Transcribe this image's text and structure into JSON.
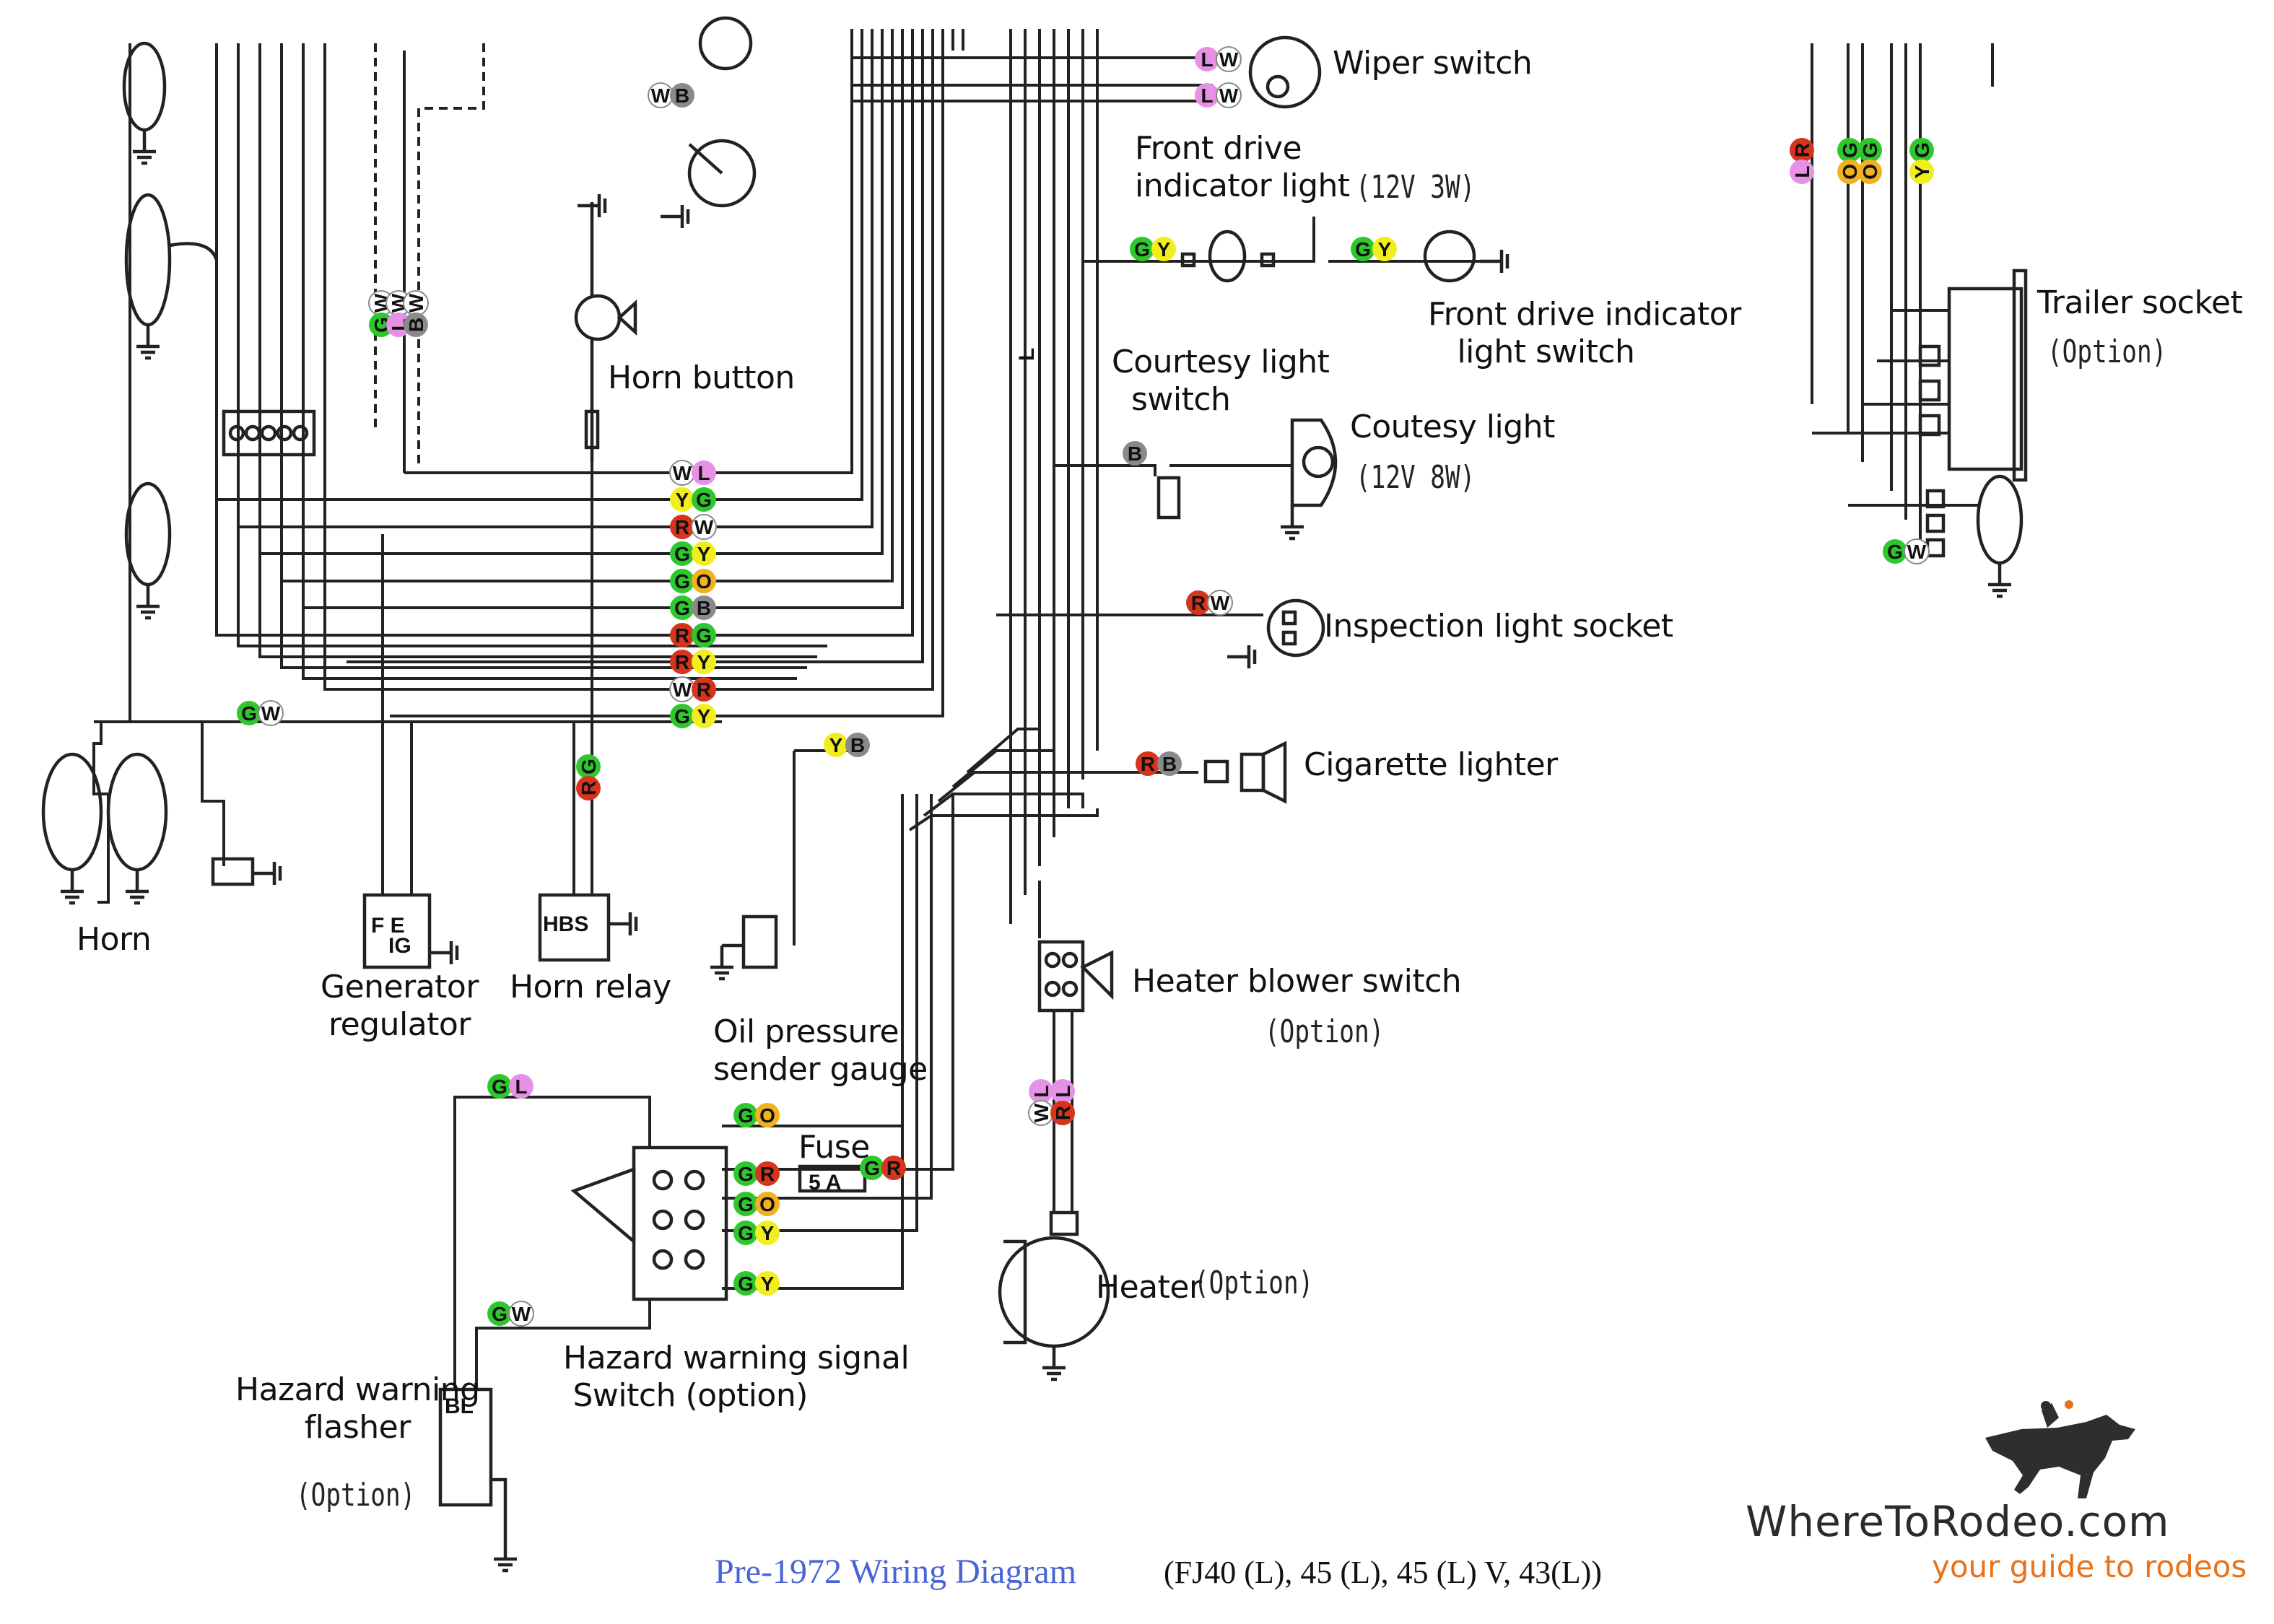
{
  "colors": {
    "G": "#2ec82e",
    "Y": "#f2ee1e",
    "R": "#d6341c",
    "W": "#ffffff",
    "L": "#e690e6",
    "B": "#8a8a8a",
    "O": "#f0b21e",
    "wire": "#222222",
    "brand_accent": "#e8721c",
    "caption_blue": "#4a64d6"
  },
  "labels": {
    "wiper_switch": "Wiper switch",
    "front_drive_indicator_light": "Front drive\nindicator light",
    "front_drive_rating": "(12V 3W)",
    "front_drive_indicator_switch": "Front drive indicator\n   light switch",
    "courtesy_light_switch": "Courtesy light\n  switch",
    "courtesy_light": "Coutesy light",
    "courtesy_rating": "(12V 8W)",
    "horn_button": "Horn button",
    "trailer_socket": "Trailer socket",
    "trailer_option": "(Option)",
    "inspection_light_socket": "Inspection light socket",
    "cigarette_lighter": "Cigarette lighter",
    "horn": "Horn",
    "generator_regulator": "Generator\nregulator",
    "horn_relay": "Horn relay",
    "oil_pressure": "Oil pressure\nsender gauge",
    "heater_blower_switch": "Heater blower switch",
    "heater_blower_option": "(Option)",
    "fuse": "Fuse",
    "fuse_rating": "5 A",
    "heater": "Heater",
    "heater_option": "(Option)",
    "hazard_flasher": "Hazard warning\nflasher",
    "hazard_flasher_option": "(Option)",
    "hazard_switch": "Hazard warning signal\n Switch (option)",
    "gen_terminals_top": "F E",
    "gen_terminals_bottom": "IG",
    "relay_terminals": "HBS",
    "flasher_terminals": "BL",
    "wire_L": "L"
  },
  "caption": {
    "main": "Pre-1972 Wiring Diagram",
    "models": "(FJ40 (L), 45 (L), 45 (L) V, 43(L))"
  },
  "brand": {
    "name": "WhereToRodeo.com",
    "tagline": "your guide to rodeos"
  },
  "wire_codes": {
    "wiper": [
      "LW",
      "LW"
    ],
    "wb": "WB",
    "front_drive": [
      "GY",
      "GY"
    ],
    "courtesy": "B",
    "bus": [
      "WL",
      "YG",
      "RW",
      "GY",
      "GO",
      "GB",
      "RG",
      "RY",
      "WR",
      "GY"
    ],
    "horn_gw": "GW",
    "inspection": "RW",
    "oil": "YB",
    "cigarette": "RB",
    "horn_button_wire": "GR",
    "vertical_left": [
      "WG",
      "WL",
      "WB"
    ],
    "trailer_top": [
      "RL",
      "GO",
      "GO",
      "GY"
    ],
    "trailer_gw": "GW",
    "heater_wire": [
      "LW",
      "LR"
    ],
    "hazard": [
      "GL",
      "GO",
      "GR",
      "GO",
      "GY",
      "GY",
      "GW"
    ],
    "fuse_gr": "GR"
  }
}
